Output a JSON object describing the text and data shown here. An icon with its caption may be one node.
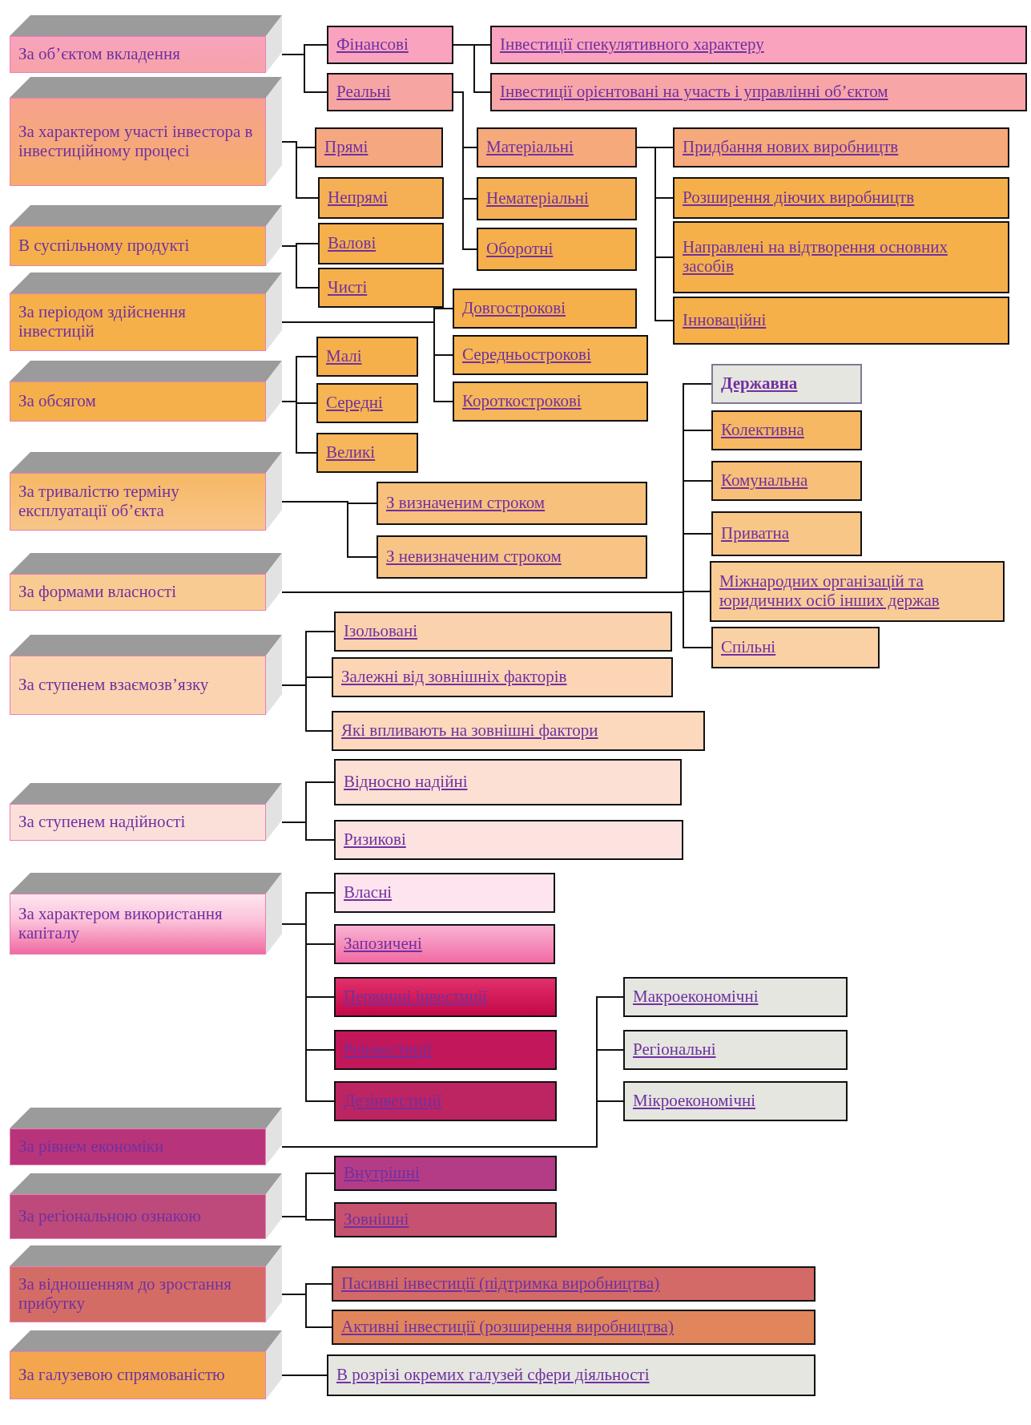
{
  "diagram": {
    "nodes": [
      {
        "text": [
          "За об’єктом вкладення"
        ]
      },
      {
        "text": [
          "Фінансові"
        ]
      },
      {
        "text": [
          "Реальні"
        ]
      },
      {
        "text": [
          "Інвестиції спекулятивного характеру"
        ]
      },
      {
        "text": [
          "Інвестиції орієнтовані на участь і управлінні об’єктом"
        ]
      },
      {
        "text": [
          "Матеріальні"
        ]
      },
      {
        "text": [
          "Нематеріальні"
        ]
      },
      {
        "text": [
          "Оборотні"
        ]
      },
      {
        "text": [
          "Придбання нових виробництв"
        ]
      },
      {
        "text": [
          "Розширення діючих виробництв"
        ]
      },
      {
        "text": [
          "Направлені на відтворення основних засобів"
        ]
      },
      {
        "text": [
          "Інноваційні"
        ]
      },
      {
        "text": [
          "За характером участі інвестора в інвестиційному процесі"
        ]
      },
      {
        "text": [
          "Прямі"
        ]
      },
      {
        "text": [
          "Непрямі"
        ]
      },
      {
        "text": [
          "В суспільному продукті"
        ]
      },
      {
        "text": [
          "Валові"
        ]
      },
      {
        "text": [
          "Чисті"
        ]
      },
      {
        "text": [
          "За періодом здійснення інвестицій"
        ]
      },
      {
        "text": [
          "Довгострокові"
        ]
      },
      {
        "text": [
          "Середньострокові"
        ]
      },
      {
        "text": [
          "Короткострокові"
        ]
      },
      {
        "text": [
          "За обсягом"
        ]
      },
      {
        "text": [
          "Малі"
        ]
      },
      {
        "text": [
          "Середні"
        ]
      },
      {
        "text": [
          "Великі"
        ]
      },
      {
        "text": [
          "За тривалістю терміну експлуатації об’єкта"
        ]
      },
      {
        "text": [
          "З визначеним строком"
        ]
      },
      {
        "text": [
          "З невизначеним строком"
        ]
      },
      {
        "text": [
          "За формами власності"
        ]
      },
      {
        "text": [
          "Державна"
        ]
      },
      {
        "text": [
          "Колективна"
        ]
      },
      {
        "text": [
          "Комунальна"
        ]
      },
      {
        "text": [
          "Приватна"
        ]
      },
      {
        "text": [
          "Міжнародних організацій та юридичних осіб інших держав"
        ]
      },
      {
        "text": [
          "Спільні"
        ]
      },
      {
        "text": [
          "За ступенем взаємозв’язку"
        ]
      },
      {
        "text": [
          "Ізольовані"
        ]
      },
      {
        "text": [
          "Залежні від зовнішніх факторів"
        ]
      },
      {
        "text": [
          "Які впливають на зовнішні фактори"
        ]
      },
      {
        "text": [
          "За ступенем надійності"
        ]
      },
      {
        "text": [
          "Відносно надійні"
        ]
      },
      {
        "text": [
          "Ризикові"
        ]
      },
      {
        "text": [
          "За характером використання капіталу"
        ]
      },
      {
        "text": [
          "Власні"
        ]
      },
      {
        "text": [
          "Запозичені"
        ]
      },
      {
        "text": [
          "Первинні інвестиції"
        ]
      },
      {
        "text": [
          "Реінвестиції"
        ]
      },
      {
        "text": [
          "Дезінвестиції"
        ]
      },
      {
        "text": [
          "За рівнем економіки"
        ]
      },
      {
        "text": [
          "Макроекономічні"
        ]
      },
      {
        "text": [
          "Регіональні"
        ]
      },
      {
        "text": [
          "Мікроекономічні"
        ]
      },
      {
        "text": [
          "За регіональною ознакою"
        ]
      },
      {
        "text": [
          "Внутрішні"
        ]
      },
      {
        "text": [
          "Зовнішні"
        ]
      },
      {
        "text": [
          "За відношенням до зростання прибутку"
        ]
      },
      {
        "text": [
          "Пасивні інвестиції (підтримка виробництва)"
        ]
      },
      {
        "text": [
          "Активні інвестиції (розширення виробництва)"
        ]
      },
      {
        "text": [
          "За галузевою спрямованістю"
        ]
      },
      {
        "text": [
          "В розрізі окремих галузей сфери діяльності"
        ]
      }
    ],
    "edges": [
      {
        "from": 0,
        "to": 1,
        "arrow": "none"
      },
      {
        "from": 0,
        "to": 2,
        "arrow": "none"
      },
      {
        "from": 1,
        "to": 3,
        "arrow": "none"
      },
      {
        "from": 1,
        "to": 4,
        "arrow": "none"
      },
      {
        "from": 2,
        "to": 5,
        "arrow": "none"
      },
      {
        "from": 2,
        "to": 6,
        "arrow": "none"
      },
      {
        "from": 2,
        "to": 7,
        "arrow": "none"
      },
      {
        "from": 5,
        "to": 8,
        "arrow": "none"
      },
      {
        "from": 5,
        "to": 9,
        "arrow": "none"
      },
      {
        "from": 5,
        "to": 10,
        "arrow": "none"
      },
      {
        "from": 5,
        "to": 11,
        "arrow": "none"
      },
      {
        "from": 12,
        "to": 13,
        "arrow": "none"
      },
      {
        "from": 12,
        "to": 14,
        "arrow": "none"
      },
      {
        "from": 15,
        "to": 16,
        "arrow": "none"
      },
      {
        "from": 15,
        "to": 17,
        "arrow": "none"
      },
      {
        "from": 18,
        "to": 19,
        "arrow": "none"
      },
      {
        "from": 18,
        "to": 20,
        "arrow": "none"
      },
      {
        "from": 18,
        "to": 21,
        "arrow": "none"
      },
      {
        "from": 22,
        "to": 23,
        "arrow": "none"
      },
      {
        "from": 22,
        "to": 24,
        "arrow": "none"
      },
      {
        "from": 22,
        "to": 25,
        "arrow": "none"
      },
      {
        "from": 26,
        "to": 27,
        "arrow": "none"
      },
      {
        "from": 26,
        "to": 28,
        "arrow": "none"
      },
      {
        "from": 29,
        "to": 30,
        "arrow": "none"
      },
      {
        "from": 29,
        "to": 31,
        "arrow": "none"
      },
      {
        "from": 29,
        "to": 32,
        "arrow": "none"
      },
      {
        "from": 29,
        "to": 33,
        "arrow": "none"
      },
      {
        "from": 29,
        "to": 34,
        "arrow": "none"
      },
      {
        "from": 29,
        "to": 35,
        "arrow": "none"
      },
      {
        "from": 36,
        "to": 37,
        "arrow": "none"
      },
      {
        "from": 36,
        "to": 38,
        "arrow": "none"
      },
      {
        "from": 36,
        "to": 39,
        "arrow": "none"
      },
      {
        "from": 40,
        "to": 41,
        "arrow": "none"
      },
      {
        "from": 40,
        "to": 42,
        "arrow": "none"
      },
      {
        "from": 43,
        "to": 44,
        "arrow": "none"
      },
      {
        "from": 43,
        "to": 45,
        "arrow": "none"
      },
      {
        "from": 43,
        "to": 46,
        "arrow": "none"
      },
      {
        "from": 43,
        "to": 47,
        "arrow": "none"
      },
      {
        "from": 43,
        "to": 48,
        "arrow": "none"
      },
      {
        "from": 49,
        "to": 50,
        "arrow": "none"
      },
      {
        "from": 49,
        "to": 51,
        "arrow": "none"
      },
      {
        "from": 49,
        "to": 52,
        "arrow": "none"
      },
      {
        "from": 53,
        "to": 54,
        "arrow": "none"
      },
      {
        "from": 53,
        "to": 55,
        "arrow": "none"
      },
      {
        "from": 56,
        "to": 57,
        "arrow": "none"
      },
      {
        "from": 56,
        "to": 58,
        "arrow": "none"
      },
      {
        "from": 59,
        "to": 60,
        "arrow": "none"
      }
    ]
  }
}
